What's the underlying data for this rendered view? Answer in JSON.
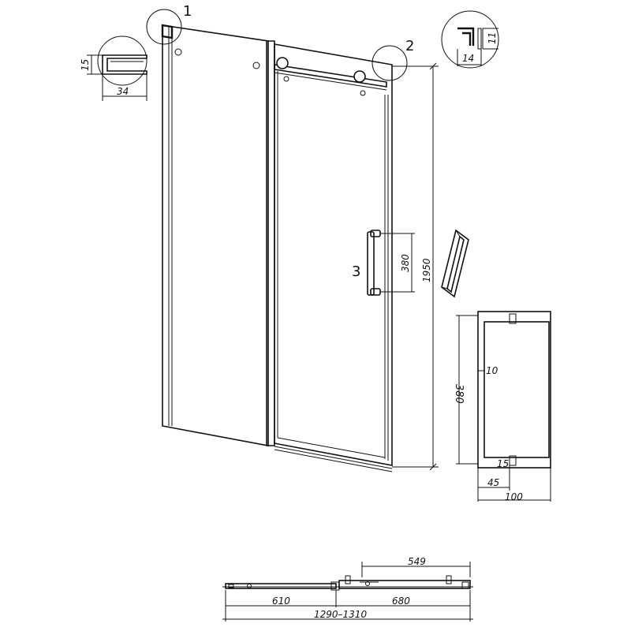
{
  "callouts": {
    "c1": "1",
    "c2": "2",
    "c3": "3"
  },
  "profile_left": {
    "height": "15",
    "width": "34"
  },
  "profile_right": {
    "height": "11",
    "width": "14"
  },
  "door": {
    "height": "1950",
    "handle_spacing": "380"
  },
  "handle_detail": {
    "length": "380",
    "gap": "10",
    "small": "15",
    "depth": "45",
    "total": "100"
  },
  "plan": {
    "top": "549",
    "left": "610",
    "right": "680",
    "total": "1290–1310"
  }
}
